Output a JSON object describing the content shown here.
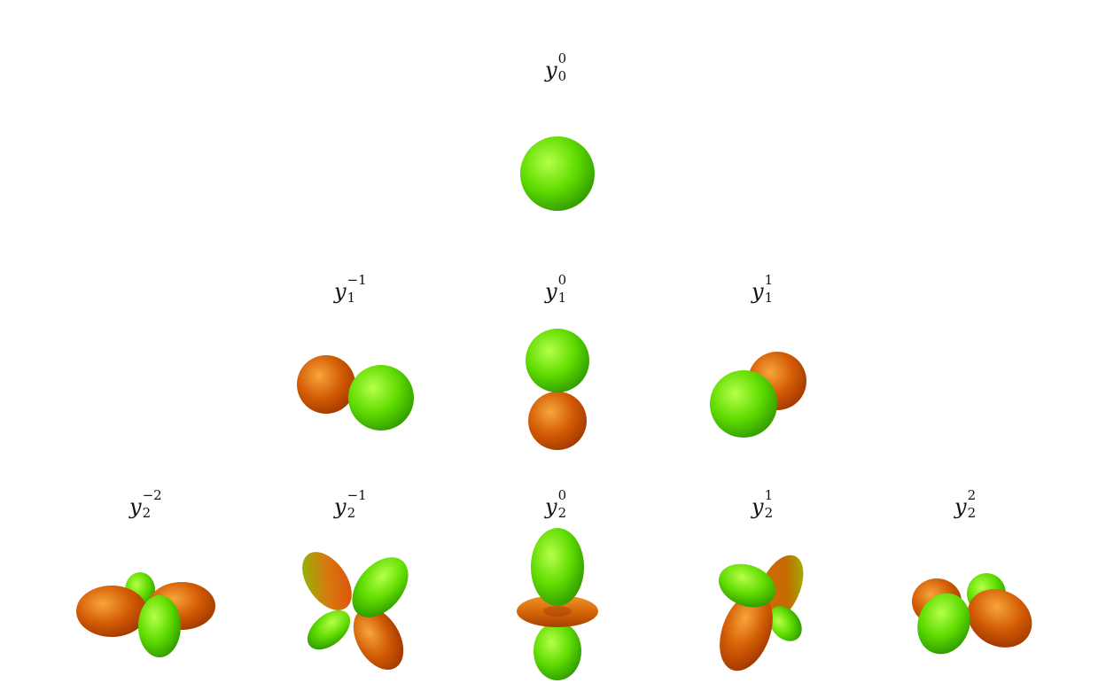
{
  "colors": {
    "positive": "#6fe000",
    "positive_light": "#a9ff40",
    "positive_dark": "#2f9e00",
    "negative": "#d25a00",
    "negative_light": "#f39a2a",
    "negative_dark": "#a83a00"
  },
  "functions": [
    {
      "id": "y00",
      "symbol": "y",
      "sub": "0",
      "sup": "0"
    },
    {
      "id": "y1m1",
      "symbol": "y",
      "sub": "1",
      "sup": "−1"
    },
    {
      "id": "y10",
      "symbol": "y",
      "sub": "1",
      "sup": "0"
    },
    {
      "id": "y11",
      "symbol": "y",
      "sub": "1",
      "sup": "1"
    },
    {
      "id": "y2m2",
      "symbol": "y",
      "sub": "2",
      "sup": "−2"
    },
    {
      "id": "y2m1",
      "symbol": "y",
      "sub": "2",
      "sup": "−1"
    },
    {
      "id": "y20",
      "symbol": "y",
      "sub": "2",
      "sup": "0"
    },
    {
      "id": "y21",
      "symbol": "y",
      "sub": "2",
      "sup": "1"
    },
    {
      "id": "y22",
      "symbol": "y",
      "sub": "2",
      "sup": "2"
    }
  ]
}
